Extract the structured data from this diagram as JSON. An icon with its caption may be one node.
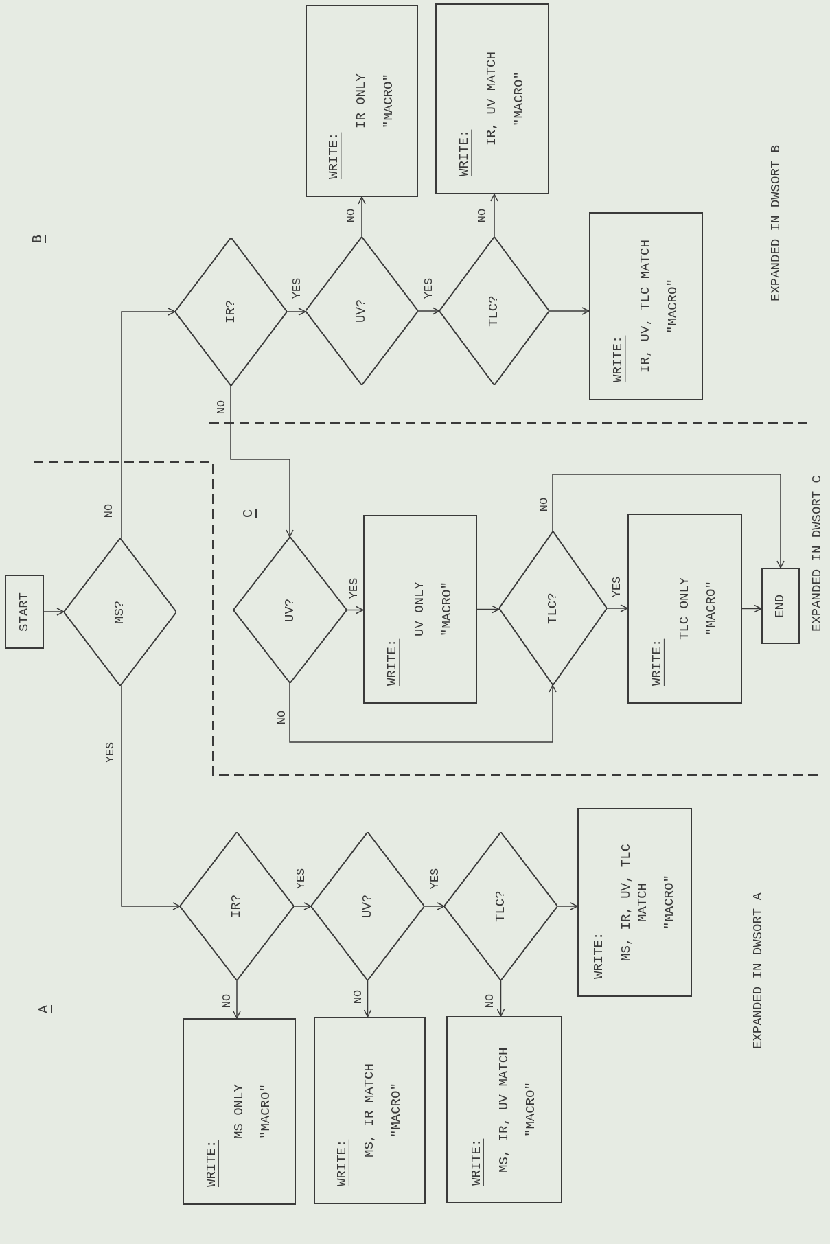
{
  "diagram": {
    "nodes": [
      {
        "text": [
          "START"
        ]
      },
      {
        "text": [
          "MS?"
        ]
      },
      {
        "text": [
          "IR?"
        ]
      },
      {
        "text": [
          "UV?"
        ]
      },
      {
        "text": [
          "TLC?"
        ]
      },
      {
        "text": [
          "WRITE:",
          "MS ONLY",
          "\"MACRO\""
        ]
      },
      {
        "text": [
          "WRITE:",
          "MS, IR MATCH",
          "\"MACRO\""
        ]
      },
      {
        "text": [
          "WRITE:",
          "MS, IR, UV MATCH",
          "\"MACRO\""
        ]
      },
      {
        "text": [
          "WRITE:",
          "MS, IR, UV, TLC MATCH",
          "\"MACRO\""
        ]
      },
      {
        "text": [
          "IR?"
        ]
      },
      {
        "text": [
          "UV?"
        ]
      },
      {
        "text": [
          "TLC?"
        ]
      },
      {
        "text": [
          "WRITE:",
          "IR ONLY",
          "\"MACRO\""
        ]
      },
      {
        "text": [
          "WRITE:",
          "IR, UV MATCH",
          "\"MACRO\""
        ]
      },
      {
        "text": [
          "WRITE:",
          "IR, UV, TLC MATCH",
          "\"MACRO\""
        ]
      },
      {
        "text": [
          "UV?"
        ]
      },
      {
        "text": [
          "WRITE:",
          "UV ONLY",
          "\"MACRO\""
        ]
      },
      {
        "text": [
          "TLC?"
        ]
      },
      {
        "text": [
          "WRITE:",
          "TLC ONLY",
          "\"MACRO\""
        ]
      },
      {
        "text": [
          "END"
        ]
      }
    ],
    "edges": [
      {
        "from": 0,
        "to": 1,
        "arrow": "to"
      },
      {
        "from": 1,
        "to": 2,
        "arrow": "to",
        "label": "YES"
      },
      {
        "from": 1,
        "to": 9,
        "arrow": "to",
        "label": "NO"
      },
      {
        "from": 2,
        "to": 3,
        "arrow": "to",
        "label": "YES"
      },
      {
        "from": 2,
        "to": 5,
        "arrow": "to",
        "label": "NO"
      },
      {
        "from": 3,
        "to": 4,
        "arrow": "to",
        "label": "YES"
      },
      {
        "from": 3,
        "to": 6,
        "arrow": "to",
        "label": "NO"
      },
      {
        "from": 4,
        "to": 8,
        "arrow": "to"
      },
      {
        "from": 4,
        "to": 7,
        "arrow": "to",
        "label": "NO"
      },
      {
        "from": 9,
        "to": 10,
        "arrow": "to",
        "label": "YES"
      },
      {
        "from": 9,
        "to": 15,
        "arrow": "to",
        "label": "NO"
      },
      {
        "from": 10,
        "to": 11,
        "arrow": "to",
        "label": "YES"
      },
      {
        "from": 10,
        "to": 12,
        "arrow": "to",
        "label": "NO"
      },
      {
        "from": 11,
        "to": 14,
        "arrow": "to"
      },
      {
        "from": 11,
        "to": 13,
        "arrow": "to",
        "label": "NO"
      },
      {
        "from": 15,
        "to": 16,
        "arrow": "to",
        "label": "YES"
      },
      {
        "from": 15,
        "to": 17,
        "arrow": "to",
        "label": "NO"
      },
      {
        "from": 16,
        "to": 17,
        "arrow": "to"
      },
      {
        "from": 17,
        "to": 18,
        "arrow": "to",
        "label": "YES"
      },
      {
        "from": 17,
        "to": 19,
        "arrow": "to",
        "label": "NO"
      },
      {
        "from": 18,
        "to": 19,
        "arrow": "to"
      }
    ],
    "labels": [
      "A",
      "B",
      "C",
      "EXPANDED IN DWSORT A",
      "EXPANDED IN DWSORT B",
      "EXPANDED IN DWSORT C"
    ]
  }
}
